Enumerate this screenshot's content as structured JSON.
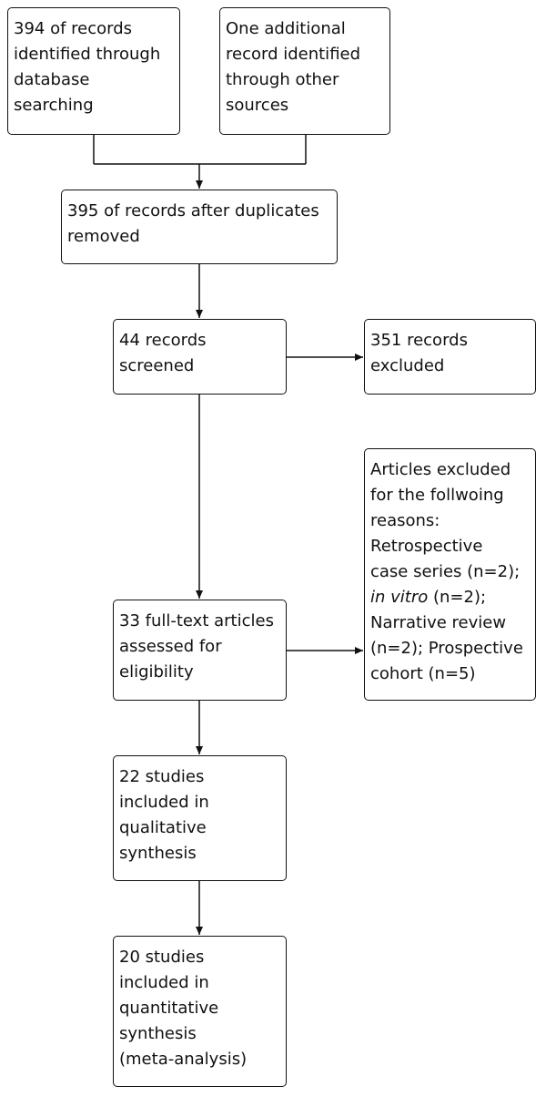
{
  "boxes": {
    "db_search": {
      "lines": [
        "394 of records",
        "identified through",
        "database",
        "searching"
      ]
    },
    "other_sources": {
      "lines": [
        "One additional",
        "record identified",
        "through other",
        "sources"
      ]
    },
    "after_duplicates": {
      "lines": [
        "395 of records after duplicates",
        "removed"
      ]
    },
    "screened": {
      "lines": [
        "44 records",
        "screened"
      ]
    },
    "excluded": {
      "lines": [
        "351 records",
        "excluded"
      ]
    },
    "fulltext": {
      "lines": [
        "33 full-text articles",
        "assessed for",
        "eligibility"
      ]
    },
    "articles_excluded": {
      "lines": [
        "Articles excluded",
        "for the follwoing",
        "reasons:",
        "Retrospective",
        "case series (n=2);"
      ],
      "italic_prefix": "in vitro",
      "italic_suffix": " (n=2);",
      "lines_after": [
        "Narrative review",
        "(n=2); Prospective",
        "cohort (n=5)"
      ]
    },
    "qualitative": {
      "lines": [
        "22 studies",
        "included in",
        "qualitative",
        "synthesis"
      ]
    },
    "quantitative": {
      "lines": [
        "20 studies",
        "included in",
        "quantitative",
        "synthesis",
        "(meta-analysis)"
      ]
    }
  }
}
